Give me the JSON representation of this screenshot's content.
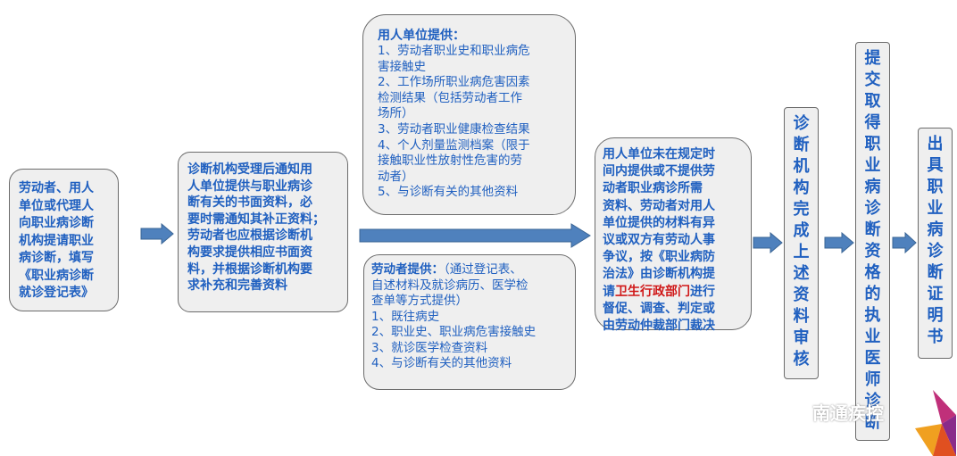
{
  "boxes": {
    "start": {
      "text": "劳动者、用人\n单位或代理人\n向职业病诊断\n机构提请职业\n病诊断，填写\n《职业病诊断\n就诊登记表》"
    },
    "notify": {
      "text": "诊断机构受理后通知用\n人单位提供与职业病诊\n断有关的书面资料，必\n要时需通知其补正资料；\n劳动者也应根据诊断机\n构要求提供相应书面资\n料，并根据诊断机构要\n求补充和完善资料"
    },
    "employer": {
      "title": "用人单位提供：",
      "items": [
        "1、劳动者职业史和职业病危\n害接触史",
        "2、工作场所职业病危害因素\n检测结果（包括劳动者工作\n场所）",
        "3、劳动者职业健康检查结果",
        "4、个人剂量监测档案（限于\n接触职业性放射性危害的劳\n动者）",
        "5、与诊断有关的其他资料"
      ]
    },
    "worker": {
      "title": "劳动者提供：",
      "title_note": "（通过登记表、\n自述材料及就诊病历、医学检\n查单等方式提供）",
      "items": [
        "1、既往病史",
        "2、职业史、职业病危害接触史",
        "3、就诊医学检查资料",
        "4、与诊断有关的其他资料"
      ]
    },
    "dispute": {
      "text_before": "用人单位未在规定时\n间内提供或不提供劳\n动者职业病诊所需\n资料、劳动者对用人\n单位提供的材料有异\n议或双方有劳动人事\n争议，按《职业病防\n治法》由诊断机构提\n请",
      "text_red": "卫生行政部门",
      "text_after": "进行\n督促、调查、判定或\n由劳动仲裁部门裁决"
    },
    "review": {
      "text": "诊断机构完成上述资料审核"
    },
    "submit": {
      "text": "提交取得职业病诊断资格的执业医师诊断"
    },
    "issue": {
      "text": "出具职业病诊断证明书"
    }
  },
  "watermark": {
    "text": "南通疾控",
    "icon": "wechat-icon"
  },
  "colors": {
    "text_blue": "#2060c0",
    "highlight_red": "#d01818",
    "arrow_fill": "#4f81bd",
    "arrow_stroke": "#3a6595",
    "box_fill": "#efefef",
    "box_border": "#6b6b6b"
  }
}
